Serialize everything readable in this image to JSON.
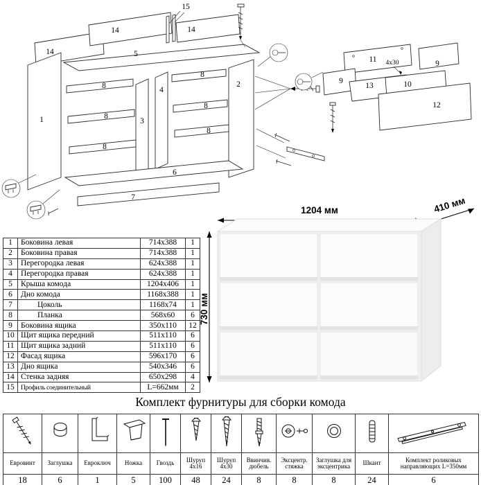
{
  "title": "Комплект фурнитуры для сборки комода",
  "dimensions": {
    "width": "1204 мм",
    "depth": "410 мм",
    "height": "730 мм"
  },
  "diagram": {
    "labels": {
      "p1": "1",
      "p2": "2",
      "p3": "3",
      "p4": "4",
      "p5": "5",
      "p6": "6",
      "p7": "7",
      "p8": "8",
      "p9": "9",
      "p10": "10",
      "p11": "11",
      "p12": "12",
      "p13": "13",
      "p14": "14",
      "p15": "15",
      "size_4x30": "4x30"
    }
  },
  "parts_table": {
    "rows": [
      {
        "num": "1",
        "name": "Боковина левая",
        "size": "714x388",
        "qty": "1"
      },
      {
        "num": "2",
        "name": "Боковина правая",
        "size": "714x388",
        "qty": "1"
      },
      {
        "num": "3",
        "name": "Перегородка левая",
        "size": "624x388",
        "qty": "1"
      },
      {
        "num": "4",
        "name": "Перегородка правая",
        "size": "624x388",
        "qty": "1"
      },
      {
        "num": "5",
        "name": "Крыша комода",
        "size": "1204x406",
        "qty": "1"
      },
      {
        "num": "6",
        "name": "Дно комода",
        "size": "1168x388",
        "qty": "1"
      },
      {
        "num": "7",
        "name": "Цоколь",
        "size": "1168x74",
        "qty": "1"
      },
      {
        "num": "8",
        "name": "Планка",
        "size": "568x60",
        "qty": "6"
      },
      {
        "num": "9",
        "name": "Боковина ящика",
        "size": "350x110",
        "qty": "12"
      },
      {
        "num": "10",
        "name": "Щит ящика передний",
        "size": "511x110",
        "qty": "6"
      },
      {
        "num": "11",
        "name": "Щит ящика задний",
        "size": "511x110",
        "qty": "6"
      },
      {
        "num": "12",
        "name": "Фасад ящика",
        "size": "596x170",
        "qty": "6"
      },
      {
        "num": "13",
        "name": "Дно ящика",
        "size": "540x346",
        "qty": "6"
      },
      {
        "num": "14",
        "name": "Стенка задняя",
        "size": "650x298",
        "qty": "4"
      },
      {
        "num": "15",
        "name": "Профиль соединительный",
        "size": "L=662мм",
        "qty": "2"
      }
    ]
  },
  "hardware_table": {
    "items": [
      {
        "name": "Евровинт",
        "qty": "18",
        "icon": "euro-screw-icon"
      },
      {
        "name": "Заглушка",
        "qty": "6",
        "icon": "cap-icon"
      },
      {
        "name": "Евроключ",
        "qty": "1",
        "icon": "hex-key-icon"
      },
      {
        "name": "Ножка",
        "qty": "5",
        "icon": "foot-icon"
      },
      {
        "name": "Гвоздь",
        "qty": "100",
        "icon": "nail-icon"
      },
      {
        "name": "Шуруп 4x16",
        "qty": "48",
        "icon": "screw-4x16-icon"
      },
      {
        "name": "Шуруп 4x30",
        "qty": "24",
        "icon": "screw-4x30-icon"
      },
      {
        "name": "Ввинчив. дюбель",
        "qty": "8",
        "icon": "dowel-screw-icon"
      },
      {
        "name": "Эксцентр. стяжка",
        "qty": "8",
        "icon": "cam-lock-icon"
      },
      {
        "name": "Заглушка для эксцентрика",
        "qty": "8",
        "icon": "cam-cap-icon"
      },
      {
        "name": "Шкант",
        "qty": "24",
        "icon": "wood-dowel-icon"
      },
      {
        "name": "Комплект роликовых направляющих L=350мм",
        "qty": "6",
        "icon": "drawer-slides-icon"
      }
    ]
  }
}
